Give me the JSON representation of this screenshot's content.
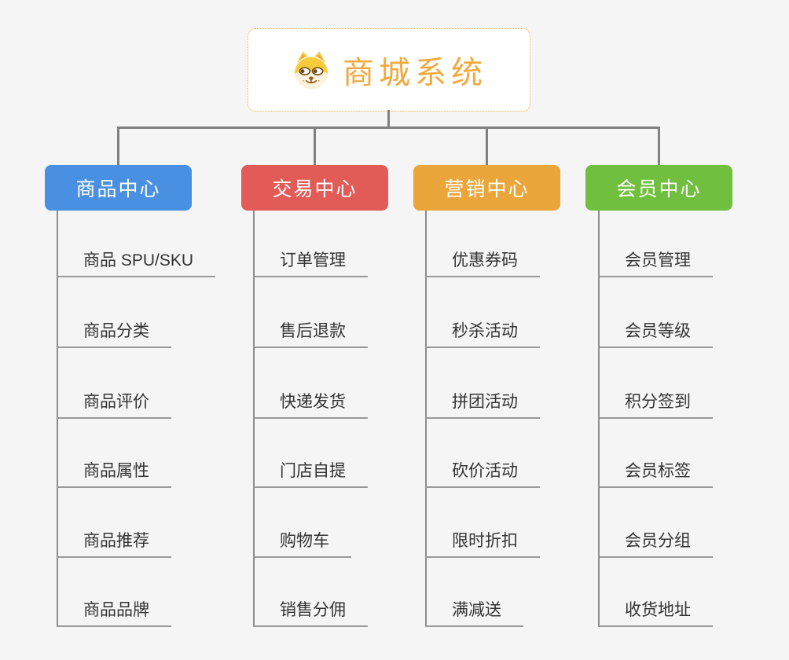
{
  "root": {
    "title": "商城系统",
    "icon": "doge-icon"
  },
  "branches": [
    {
      "label": "商品中心",
      "color": "#4A90E2",
      "items": [
        "商品 SPU/SKU",
        "商品分类",
        "商品评价",
        "商品属性",
        "商品推荐",
        "商品品牌"
      ]
    },
    {
      "label": "交易中心",
      "color": "#E25B57",
      "items": [
        "订单管理",
        "售后退款",
        "快递发货",
        "门店自提",
        "购物车",
        "销售分佣"
      ]
    },
    {
      "label": "营销中心",
      "color": "#EBA63B",
      "items": [
        "优惠券码",
        "秒杀活动",
        "拼团活动",
        "砍价活动",
        "限时折扣",
        "满减送"
      ]
    },
    {
      "label": "会员中心",
      "color": "#70BF3E",
      "items": [
        "会员管理",
        "会员等级",
        "积分签到",
        "会员标签",
        "会员分组",
        "收货地址"
      ]
    }
  ],
  "colors": {
    "background": "#F5F5F5",
    "connector": "#808080",
    "spine": "#8C8C8C",
    "underline": "#999999",
    "item_text": "#333333",
    "root_accent": "#F2A93E",
    "root_border": "#F0A843",
    "branch_text": "#FFFFFF"
  }
}
